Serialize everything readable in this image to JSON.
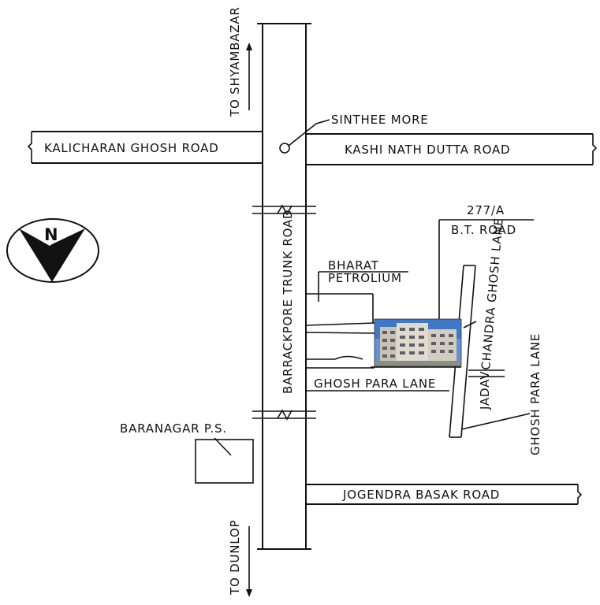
{
  "labels": {
    "to_shyambazar": "TO SHYAMBAZAR",
    "sinthee_more": "SINTHEE MORE",
    "kalicharan_ghosh_road": "KALICHARAN GHOSH ROAD",
    "kashi_nath_dutta_road": "KASHI NATH DUTTA ROAD",
    "address_number": "277/A",
    "address_road": "B.T. ROAD",
    "bharat": "BHARAT",
    "petrolium": "PETROLIUM",
    "barrackpore_trunk_road": "BARRACKPORE TRUNK ROAD",
    "jadav": "JADAV",
    "chandra_ghosh_lane": "CHANDRA GHOSH LANE",
    "ghosh_para_lane_horizontal": "GHOSH PARA LANE",
    "ghosh_para_lane_vertical": "GHOSH PARA LANE",
    "baranagar_ps": "BARANAGAR P.S.",
    "jogendra_basak_road": "JOGENDRA BASAK ROAD",
    "to_dunlop": "TO DUNLOP",
    "north": "N"
  },
  "colors": {
    "line": "#111111",
    "background": "#ffffff",
    "building_sky": "#3f78c8",
    "building_facade": "#d9d2c4"
  },
  "icons": {
    "compass": "compass-north-icon",
    "landmark": "roundabout-circle-icon",
    "building": "apartment-building-photo"
  }
}
